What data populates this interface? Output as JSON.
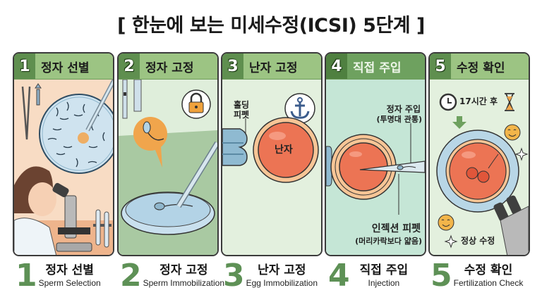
{
  "title": "[ 한눈에 보는 미세수정(ICSI) 5단계 ]",
  "colors": {
    "header_green": "#9cc483",
    "header_num_green": "#5f8f4f",
    "step4_header": "#6ea15f",
    "caption_number": "#5e9156",
    "panel1_bg": "#f8dcc4",
    "panel2_bg": "#dfeedb",
    "panel3_bg": "#e3f0de",
    "panel4_bg": "#c5e6d6",
    "panel5_bg": "#e3f0de",
    "egg_color": "#ec7454"
  },
  "steps": [
    {
      "number": "1",
      "title": "정자 선별",
      "english": "Sperm Selection",
      "illustration": "lab-worker-microscope-sperm-selection",
      "icons": [
        "tweezers-icon",
        "pipette-icon",
        "microscope-icon",
        "test-tubes-icon"
      ]
    },
    {
      "number": "2",
      "title": "정자 고정",
      "english": "Sperm Immobilization",
      "illustration": "petri-dish-sperm-needle",
      "icons": [
        "lock-icon",
        "pipette-icon"
      ]
    },
    {
      "number": "3",
      "title": "난자 고정",
      "english": "Egg Immobilization",
      "illustration": "holding-pipette-egg",
      "icons": [
        "anchor-icon"
      ],
      "labels": {
        "holding_pipette": "홀딩\n피펫",
        "egg": "난자"
      }
    },
    {
      "number": "4",
      "title": "직접 주입",
      "english": "Injection",
      "illustration": "injection-pipette-into-egg",
      "labels": {
        "sperm_injection": "정자 주입",
        "sperm_injection_sub": "(투명대 관통)",
        "injection_pipette": "인젝션 피펫",
        "injection_pipette_sub": "(머리카락보다 얇음)"
      }
    },
    {
      "number": "5",
      "title": "수정 확인",
      "english": "Fertilization Check",
      "illustration": "fertilized-egg-two-pronuclei",
      "icons": [
        "clock-icon",
        "hourglass-icon",
        "arrow-down-icon",
        "smiley-icon",
        "sparkle-icon",
        "microscope-icon"
      ],
      "labels": {
        "time": "17시간 후",
        "normal": "정상 수정"
      }
    }
  ]
}
